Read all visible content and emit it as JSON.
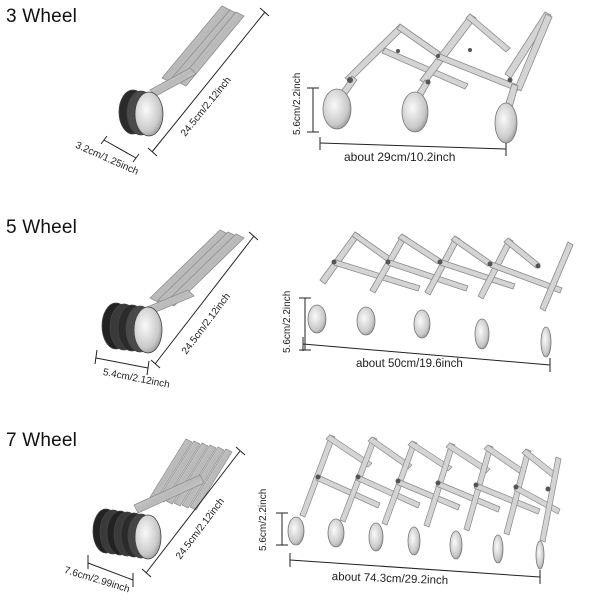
{
  "sections": [
    {
      "title": "3 Wheel",
      "folded_width_label": "3.2cm/1.25inch",
      "folded_length_label": "24.5cm/2.12inch",
      "wheel_height_label": "5.6cm/2.2inch",
      "expanded_width_label": "about 29cm/10.2inch"
    },
    {
      "title": "5 Wheel",
      "folded_width_label": "5.4cm/2.12inch",
      "folded_length_label": "24.5cm/2.12inch",
      "wheel_height_label": "5.6cm/2.2inch",
      "expanded_width_label": "about 50cm/19.6inch"
    },
    {
      "title": "7 Wheel",
      "folded_width_label": "7.6cm/2.99inch",
      "folded_length_label": "24.5cm/2.12inch",
      "wheel_height_label": "5.6cm/2.2inch",
      "expanded_width_label": "about 74.3cm/29.2inch"
    }
  ]
}
